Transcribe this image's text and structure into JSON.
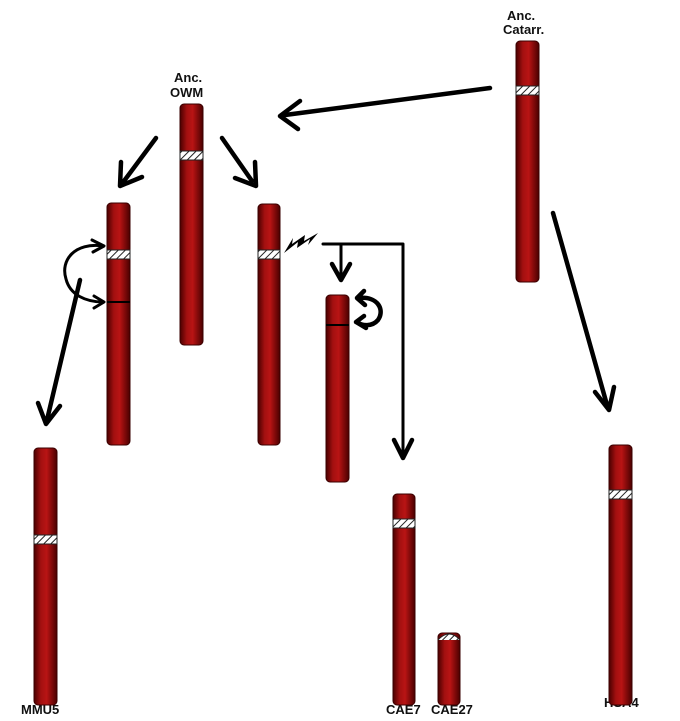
{
  "labels": {
    "anc_catarr_line1": "Anc.",
    "anc_catarr_line2": "Catarr.",
    "anc_owm_line1": "Anc.",
    "anc_owm_line2": "OWM",
    "mmu5": "MMU5",
    "cae7": "CAE7",
    "cae27": "CAE27",
    "hsa4": "HSA4"
  },
  "colors": {
    "chromosome_fill": "#8c0a0a",
    "chromosome_dark": "#4a0000",
    "chromosome_light": "#c01818",
    "arrow": "#000000",
    "centromere": "#d9d9d9"
  }
}
